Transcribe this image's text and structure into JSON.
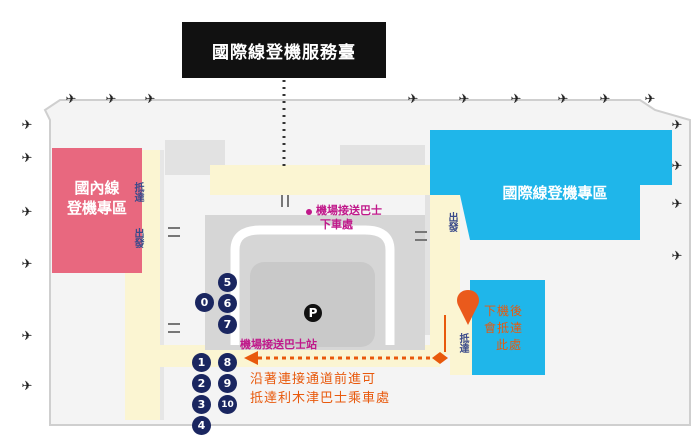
{
  "callout": {
    "label": "國際線登機服務臺"
  },
  "domestic_zone": {
    "label_line1": "國內線",
    "label_line2": "登機專區",
    "color": "#e8687f"
  },
  "international_zone": {
    "label": "國際線登機專區",
    "color": "#1fb6ea"
  },
  "side_labels": {
    "left_arrival": "抵達",
    "left_departure": "出發",
    "right_departure": "出發",
    "right_arrival": "抵達"
  },
  "dropoff": {
    "line1": "機場接送巴士",
    "line2": "下車處"
  },
  "parking": {
    "glyph": "P"
  },
  "bus_station": {
    "label": "機場接送巴士站"
  },
  "stops": [
    "0",
    "5",
    "6",
    "7",
    "1",
    "2",
    "3",
    "4",
    "8",
    "9",
    "10"
  ],
  "pin_note": {
    "line1": "下機後",
    "line2": "會抵達",
    "line3": "此處"
  },
  "route_note": {
    "line1": "沿著連接通道前進可",
    "line2": "抵達利木津巴士乘車處"
  },
  "colors": {
    "accent_orange": "#e8590c",
    "pink": "#c0188a",
    "navy": "#1a2660",
    "corridor": "#fbf5d2"
  },
  "icons": [
    "airplane-icon",
    "map-pin-icon",
    "parking-icon",
    "bidirectional-arrow-icon",
    "double-headed-arrow-icon"
  ]
}
